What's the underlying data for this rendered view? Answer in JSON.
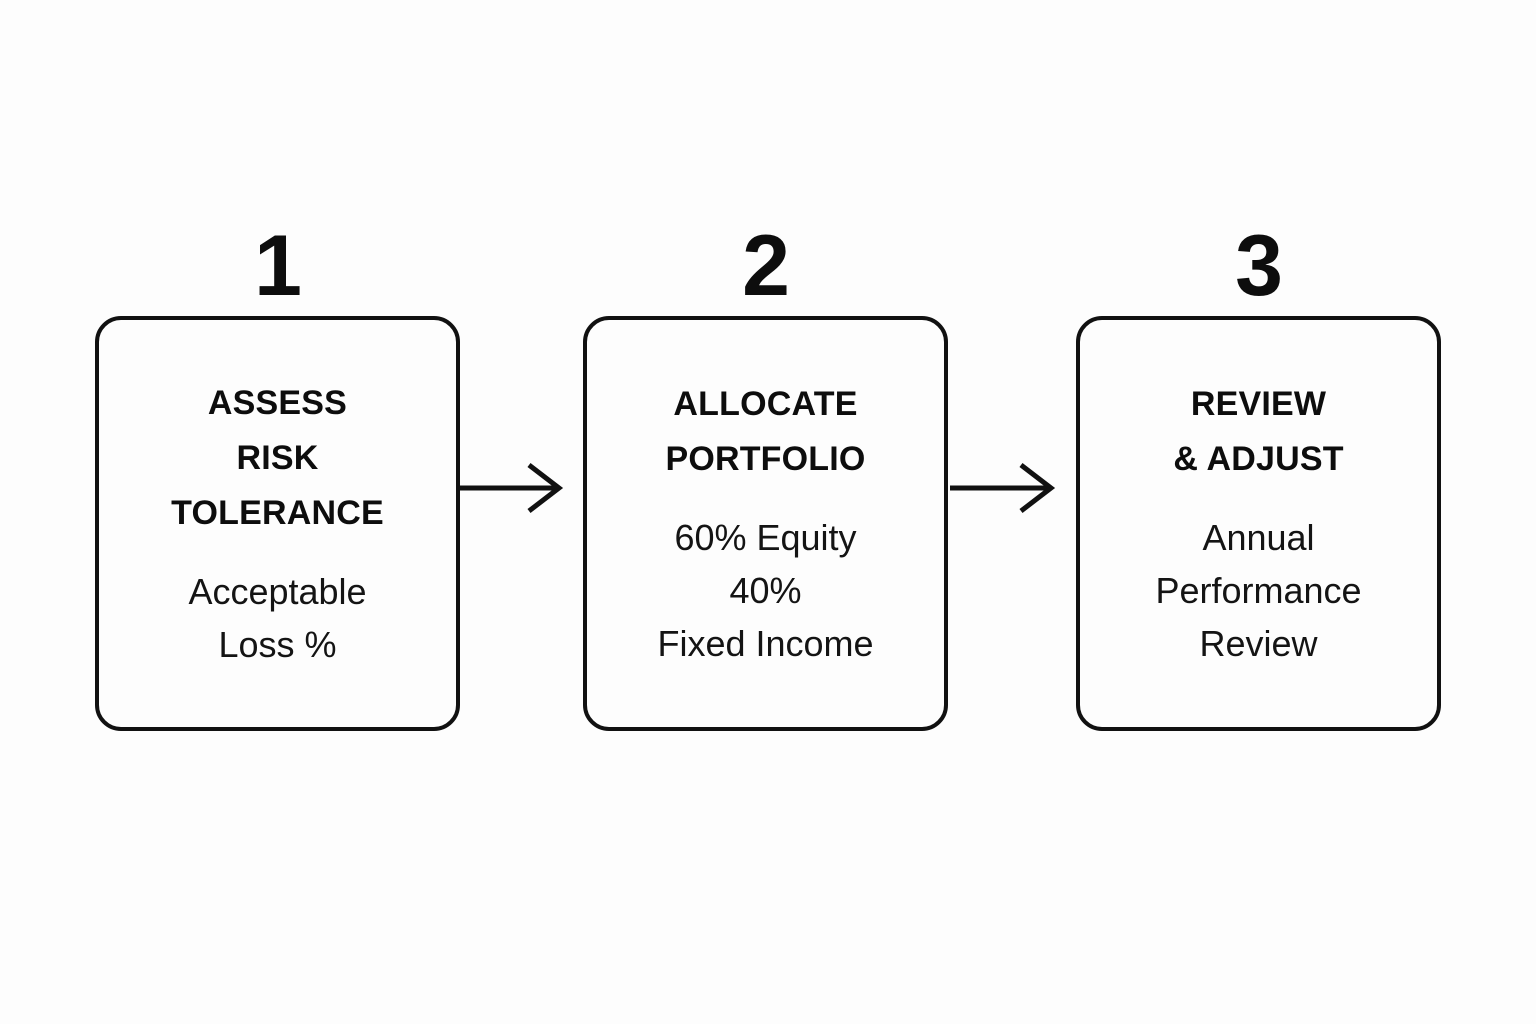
{
  "diagram": {
    "type": "process-flow",
    "orientation": "horizontal",
    "background_color": "#fdfdfd",
    "stroke_color": "#111111",
    "text_color": "#0d0d0d",
    "steps": [
      {
        "number": "1",
        "title": "ASSESS\nRISK\nTOLERANCE",
        "body": "Acceptable\nLoss %"
      },
      {
        "number": "2",
        "title": "ALLOCATE\nPORTFOLIO",
        "body": "60% Equity\n40%\nFixed Income"
      },
      {
        "number": "3",
        "title": "REVIEW\n& ADJUST",
        "body": "Annual\nPerformance\nReview"
      }
    ],
    "connectors": [
      {
        "from": "1",
        "to": "2",
        "glyph": "arrow-right-icon"
      },
      {
        "from": "2",
        "to": "3",
        "glyph": "arrow-right-icon"
      }
    ]
  }
}
